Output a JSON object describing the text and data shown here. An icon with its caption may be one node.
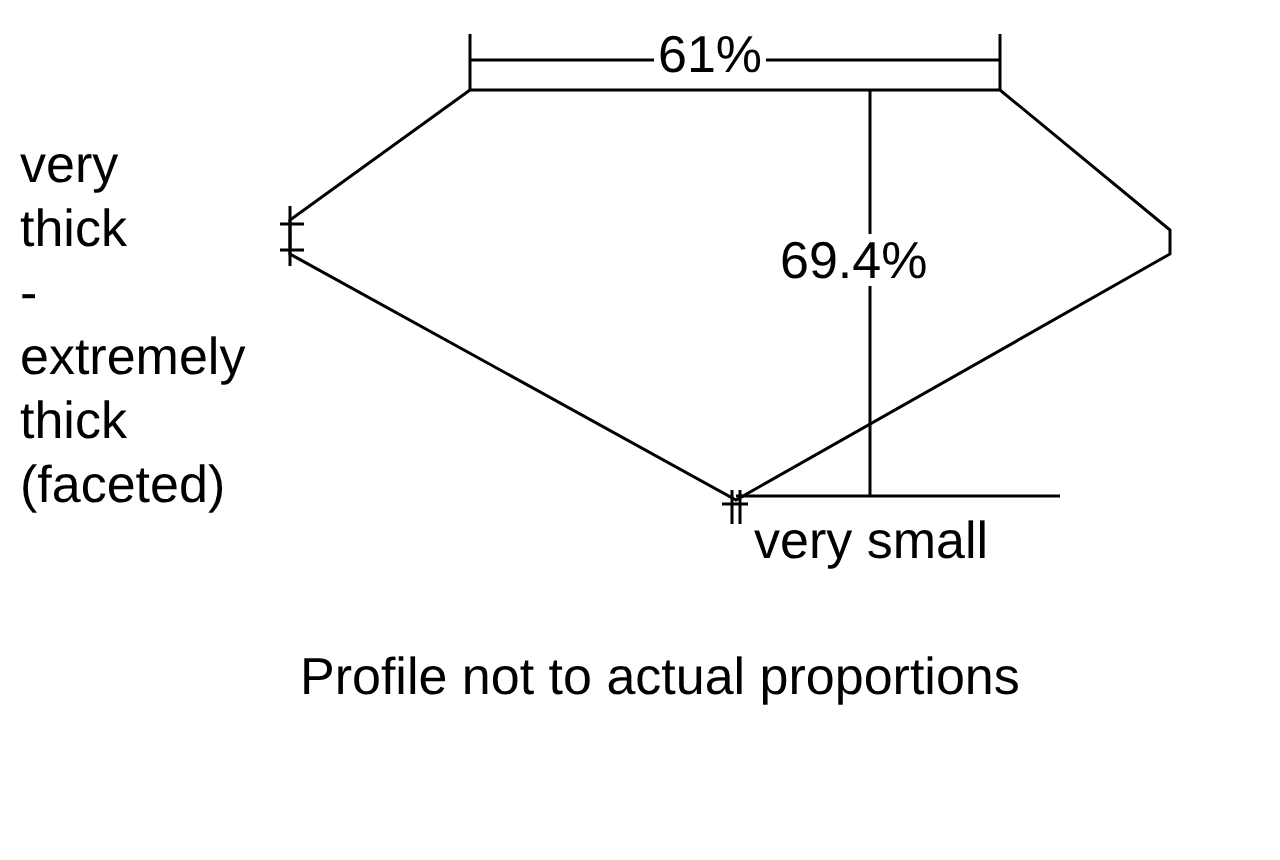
{
  "diagram": {
    "labels": [
      "61%",
      "very thick - extremely thick (faceted)",
      "69.4%",
      "very small"
    ],
    "caption": "Profile not to actual proportions"
  }
}
